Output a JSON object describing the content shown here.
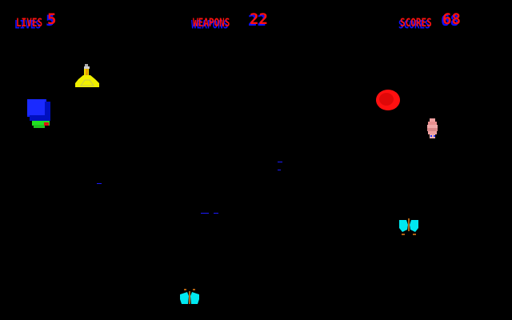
{
  "hud": {
    "lives_label": "LIVES",
    "lives_value": "5",
    "weapons_label": "WEAPONS",
    "weapons_value": "22",
    "score_label": "SCORES",
    "score_value": "68"
  },
  "colors": {
    "background": "#000000",
    "hud_text": "#ff1010",
    "hud_shadow": "#1010ff"
  }
}
